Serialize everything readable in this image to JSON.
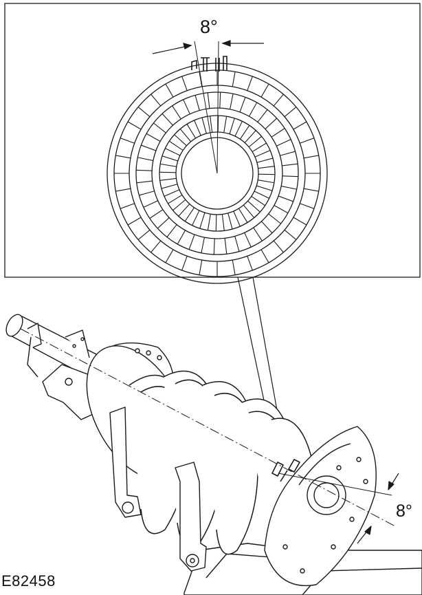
{
  "labels": {
    "angle_top": "8°",
    "angle_bottom": "8°",
    "figure_id": "E82458"
  },
  "colors": {
    "line": "#1a1a1a",
    "background": "#ffffff"
  },
  "icons": {
    "spring_seat_detail": "spring-seat-plan-view",
    "strut_assembly": "strut-spring-compressor-assembly"
  }
}
